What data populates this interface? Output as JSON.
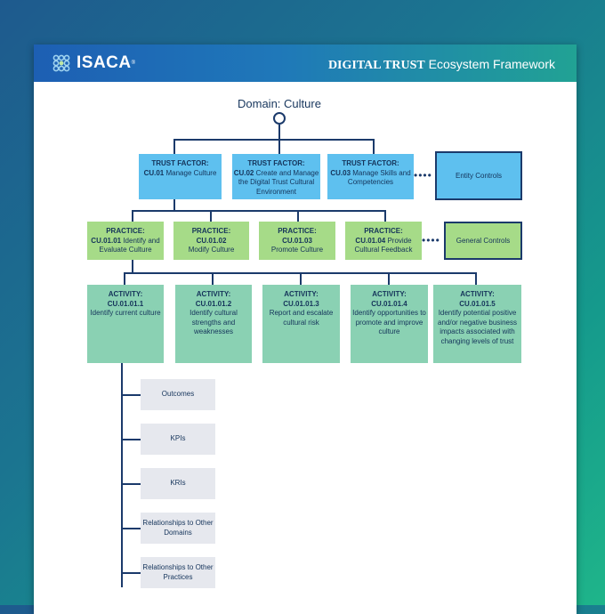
{
  "header": {
    "logo_text": "ISACA",
    "logo_mark": "®",
    "title_bold": "DIGITAL TRUST",
    "title_rest": " Ecosystem Framework"
  },
  "domain": {
    "title": "Domain: Culture"
  },
  "trust_factors": [
    {
      "label": "TRUST FACTOR:",
      "code": "CU.01",
      "text": " Manage Culture"
    },
    {
      "label": "TRUST FACTOR:",
      "code": "CU.02",
      "text": " Create and Manage the Digital Trust Cultural Environment"
    },
    {
      "label": "TRUST FACTOR:",
      "code": "CU.03",
      "text": " Manage Skills and Competencies"
    }
  ],
  "entity_controls": "Entity Controls",
  "practices": [
    {
      "label": "PRACTICE:",
      "code": "CU.01.01",
      "text": " Identify and Evaluate Culture"
    },
    {
      "label": "PRACTICE:",
      "code": "CU.01.02",
      "text": "Modify Culture"
    },
    {
      "label": "PRACTICE:",
      "code": "CU.01.03",
      "text": "Promote Culture"
    },
    {
      "label": "PRACTICE:",
      "code": "CU.01.04",
      "text": " Provide Cultural Feedback"
    }
  ],
  "general_controls": "General Controls",
  "activities": [
    {
      "label": "ACTIVITY:",
      "code": "CU.01.01.1",
      "text": "Identify current culture"
    },
    {
      "label": "ACTIVITY:",
      "code": "CU.01.01.2",
      "text": "Identify cultural strengths and weaknesses"
    },
    {
      "label": "ACTIVITY:",
      "code": "CU.01.01.3",
      "text": "Report and escalate cultural risk"
    },
    {
      "label": "ACTIVITY:",
      "code": "CU.01.01.4",
      "text": "Identify opportunities to promote and improve culture"
    },
    {
      "label": "ACTIVITY:",
      "code": "CU.01.01.5",
      "text": "Identify potential positive and/or negative business impacts associated with changing levels of trust"
    }
  ],
  "outputs": [
    "Outcomes",
    "KPIs",
    "KRIs",
    "Relationships to Other Domains",
    "Relationships to Other Practices"
  ],
  "dots": "••••",
  "colors": {
    "trust_factor": "#5ec0ef",
    "practice": "#a6db88",
    "activity": "#8ad1b3",
    "line": "#1b3a6b",
    "output": "#e6e8ee"
  }
}
